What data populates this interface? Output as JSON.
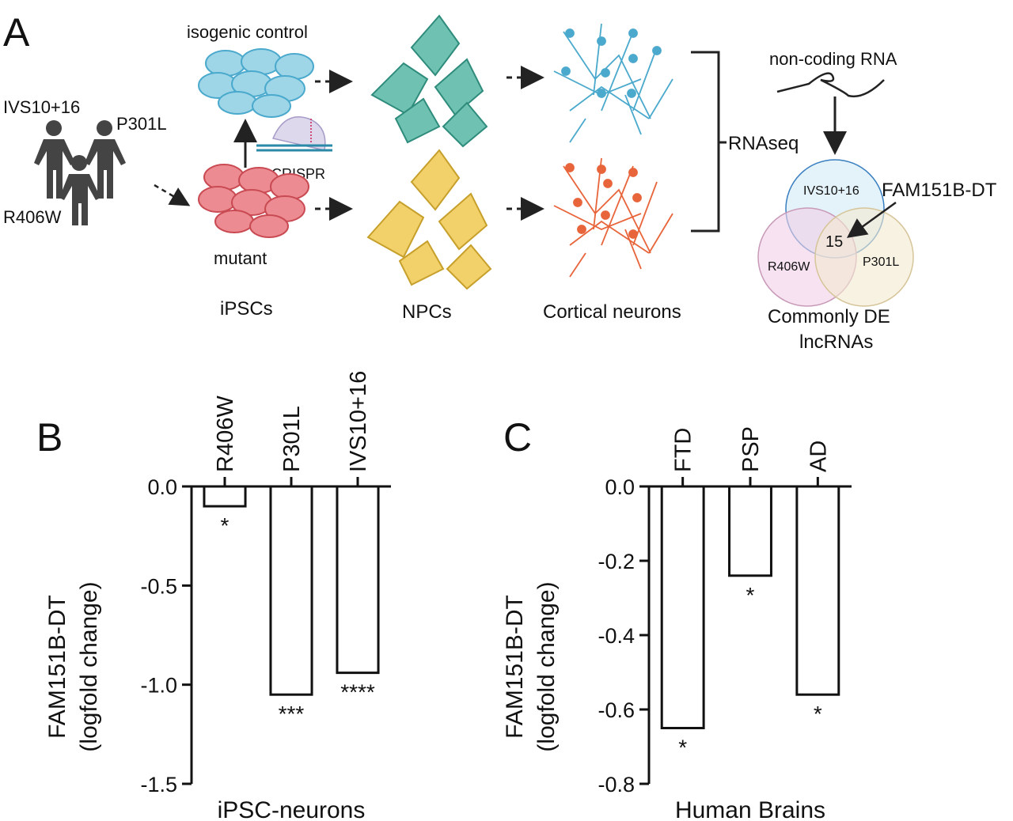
{
  "panels": {
    "a": "A",
    "b": "B",
    "c": "C"
  },
  "schematic": {
    "donors": [
      "IVS10+16",
      "P301L",
      "R406W"
    ],
    "isogenic_control": "isogenic control",
    "crispr": "CRISPR",
    "mutant": "mutant",
    "stages": [
      "iPSCs",
      "NPCs",
      "Cortical neurons"
    ],
    "rnaseq": "RNAseq",
    "noncoding": "non-coding RNA",
    "venn": {
      "sets": [
        "IVS10+16",
        "R406W",
        "P301L"
      ],
      "intersection": "15",
      "gene": "FAM151B-DT",
      "caption_line1": "Commonly DE",
      "caption_line2": "lncRNAs"
    },
    "colors": {
      "control": "#7ec8df",
      "mutant": "#e8727a",
      "npc_green": "#5fb8a8",
      "npc_yellow": "#f0cd5e",
      "neuron_blue": "#4aa9cc",
      "neuron_orange": "#e8643a"
    }
  },
  "chart_data": [
    {
      "type": "bar",
      "panel": "B",
      "categories": [
        "R406W",
        "P301L",
        "IVS10+16"
      ],
      "values": [
        -0.1,
        -1.05,
        -0.94
      ],
      "significance": [
        "*",
        "***",
        "****"
      ],
      "ylabel_line1": "FAM151B-DT",
      "ylabel_line2": "(logfold change)",
      "xlabel": "iPSC-neurons",
      "ylim": [
        -1.5,
        0.0
      ],
      "yticks": [
        0.0,
        -0.5,
        -1.0,
        -1.5
      ],
      "ytick_labels": [
        "0.0",
        "-0.5",
        "-1.0",
        "-1.5"
      ],
      "grid": false
    },
    {
      "type": "bar",
      "panel": "C",
      "categories": [
        "FTD",
        "PSP",
        "AD"
      ],
      "values": [
        -0.65,
        -0.24,
        -0.56
      ],
      "significance": [
        "*",
        "*",
        "*"
      ],
      "ylabel_line1": "FAM151B-DT",
      "ylabel_line2": "(logfold change)",
      "xlabel": "Human Brains",
      "ylim": [
        -0.8,
        0.0
      ],
      "yticks": [
        0.0,
        -0.2,
        -0.4,
        -0.6,
        -0.8
      ],
      "ytick_labels": [
        "0.0",
        "-0.2",
        "-0.4",
        "-0.6",
        "-0.8"
      ],
      "grid": false
    }
  ]
}
